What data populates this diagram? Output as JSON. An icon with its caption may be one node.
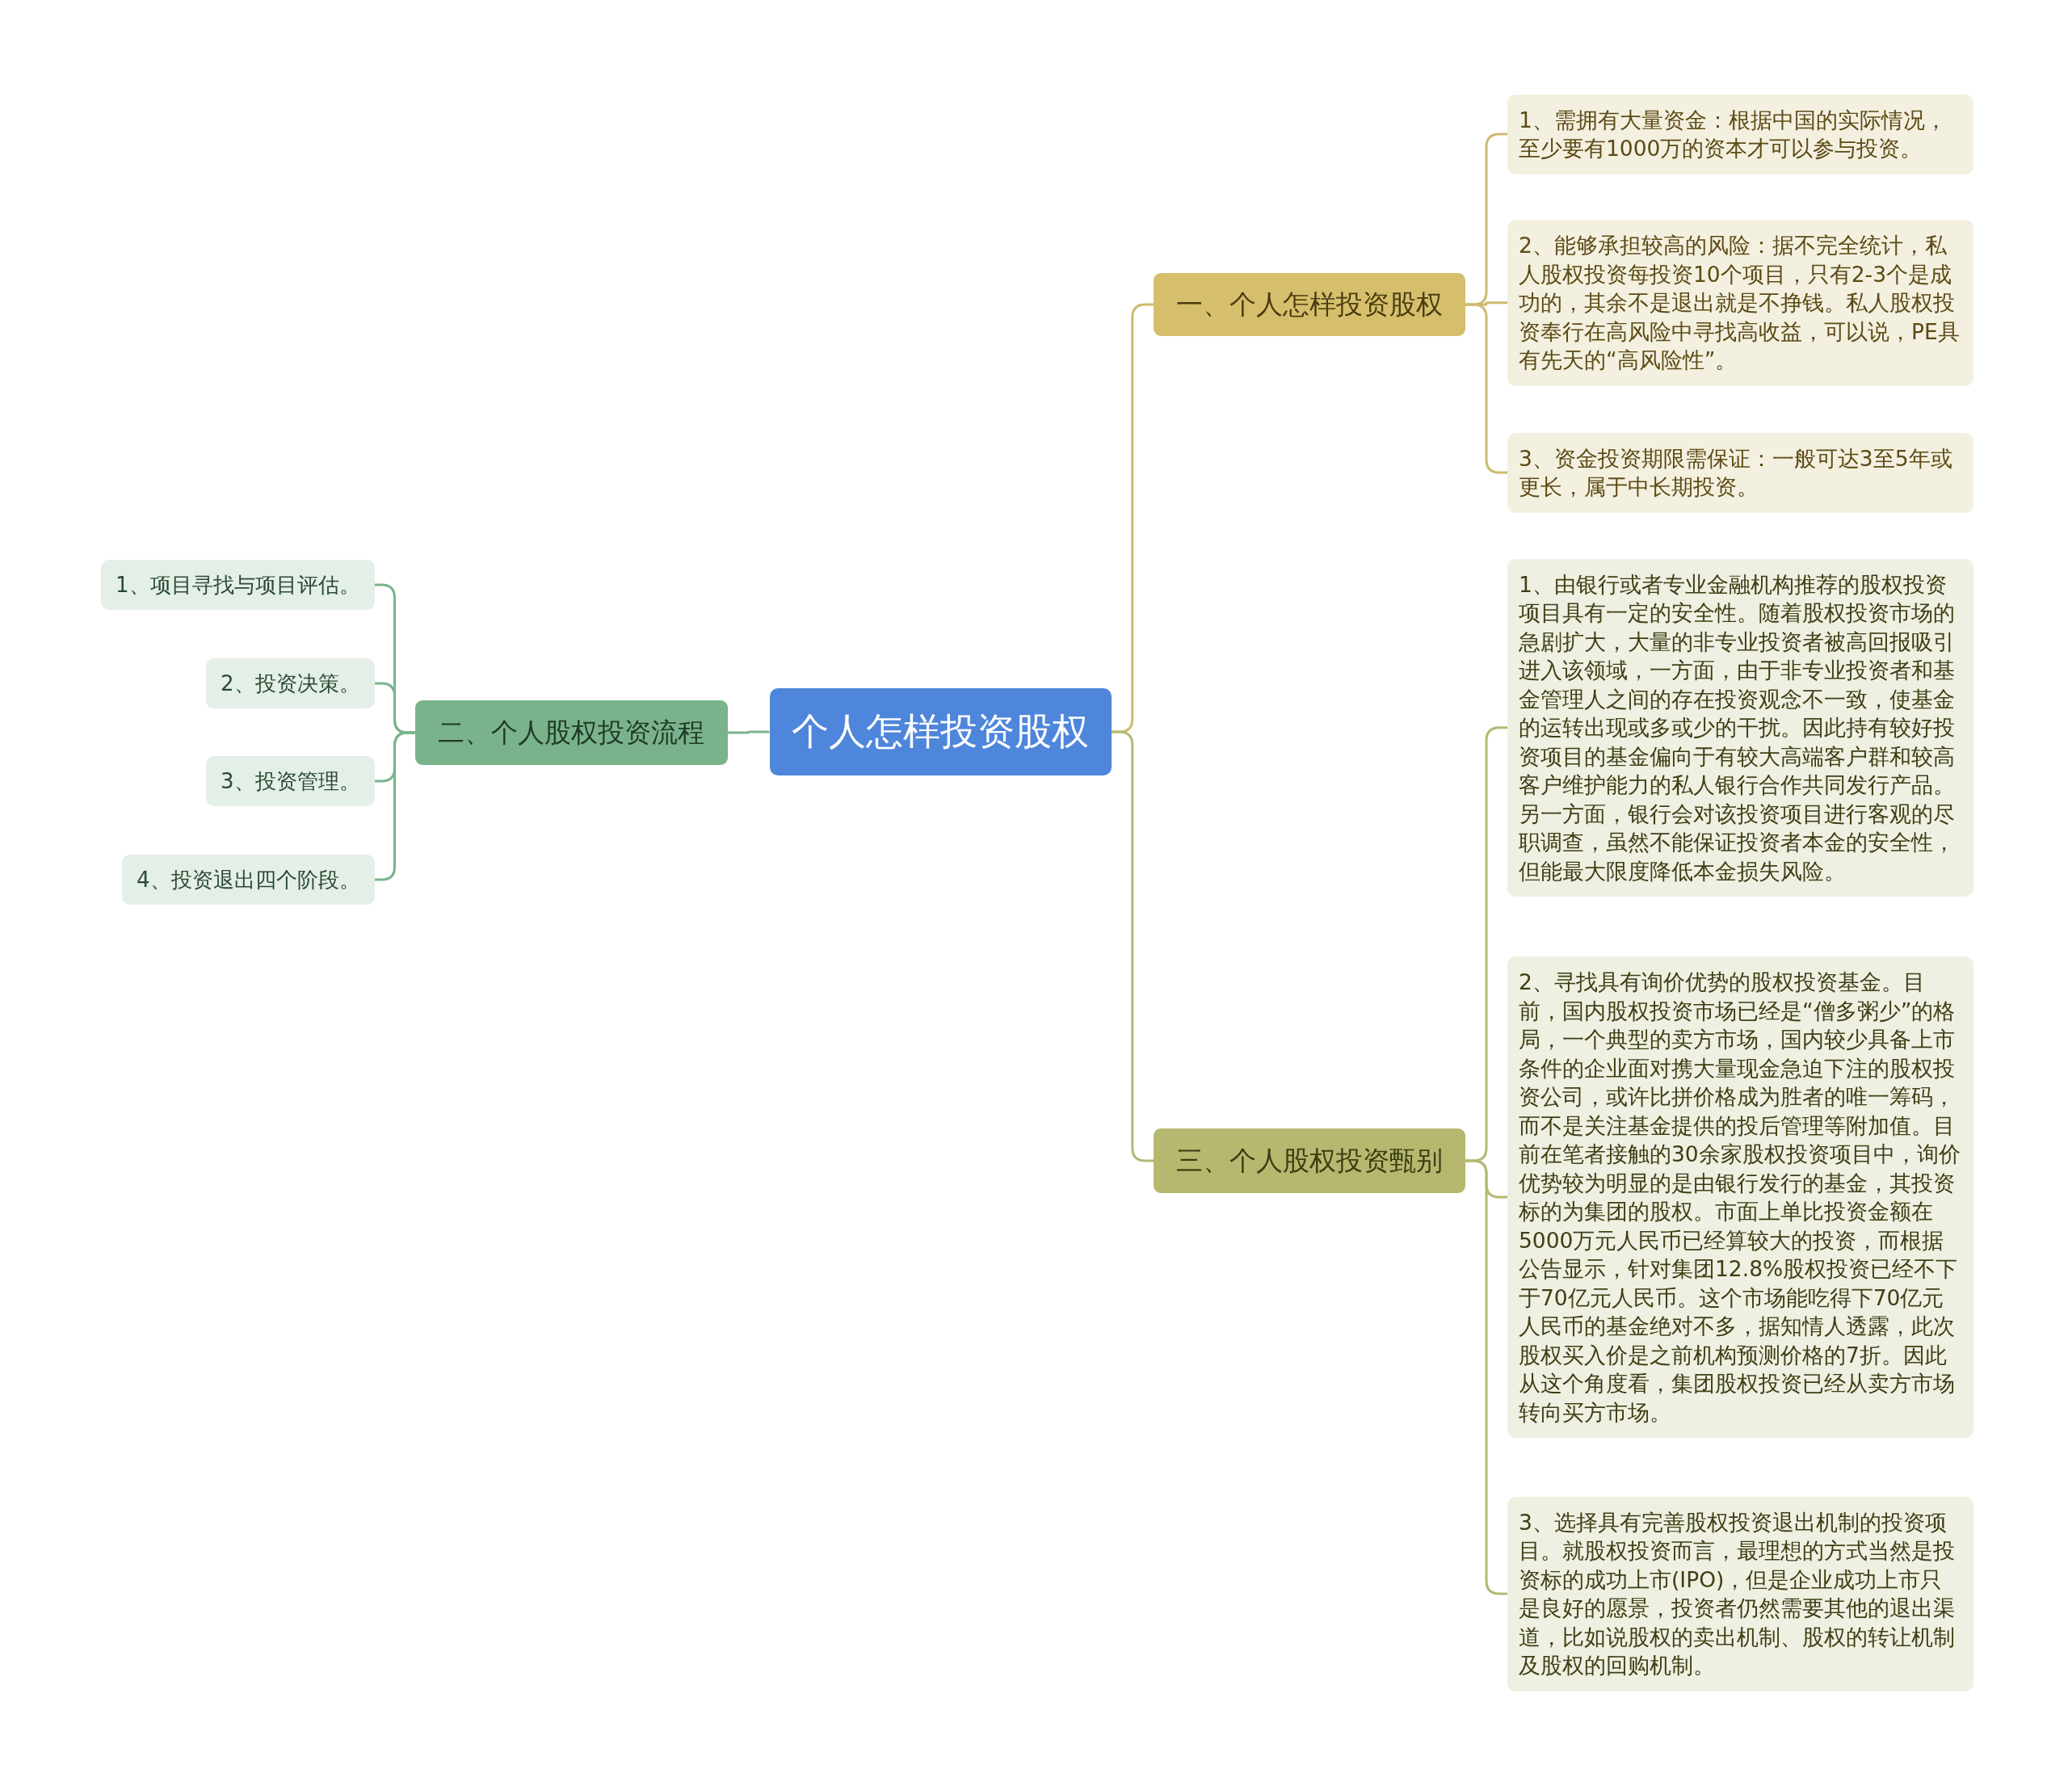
{
  "diagram": {
    "nodes": [
      {
        "text": [
          "个人怎样投资股权"
        ]
      },
      {
        "text": [
          "一、个人怎样投资股权"
        ]
      },
      {
        "text": [
          "1、需拥有大量资金：根据中国的实际情况，至少要有1000万的资本才可以参与投资。"
        ]
      },
      {
        "text": [
          "2、能够承担较高的风险：据不完全统计，私人股权投资每投资10个项目，只有2-3个是成功的，其余不是退出就是不挣钱。私人股权投资奉行在高风险中寻找高收益，可以说，PE具有先天的“高风险性”。"
        ]
      },
      {
        "text": [
          "3、资金投资期限需保证：一般可达3至5年或更长，属于中长期投资。"
        ]
      },
      {
        "text": [
          "二、个人股权投资流程"
        ]
      },
      {
        "text": [
          "1、项目寻找与项目评估。"
        ]
      },
      {
        "text": [
          "2、投资决策。"
        ]
      },
      {
        "text": [
          "3、投资管理。"
        ]
      },
      {
        "text": [
          "4、投资退出四个阶段。"
        ]
      },
      {
        "text": [
          "三、个人股权投资甄别"
        ]
      },
      {
        "text": [
          "1、由银行或者专业金融机构推荐的股权投资项目具有一定的安全性。随着股权投资市场的急剧扩大，大量的非专业投资者被高回报吸引进入该领域，一方面，由于非专业投资者和基金管理人之间的存在投资观念不一致，使基金的运转出现或多或少的干扰。因此持有较好投资项目的基金偏向于有较大高端客户群和较高客户维护能力的私人银行合作共同发行产品。另一方面，银行会对该投资项目进行客观的尽职调查，虽然不能保证投资者本金的安全性，但能最大限度降低本金损失风险。"
        ]
      },
      {
        "text": [
          "2、寻找具有询价优势的股权投资基金。目前，国内股权投资市场已经是“僧多粥少”的格局，一个典型的卖方市场，国内较少具备上市条件的企业面对携大量现金急迫下注的股权投资公司，或许比拼价格成为胜者的唯一筹码，而不是关注基金提供的投后管理等附加值。目前在笔者接触的30余家股权投资项目中，询价优势较为明显的是由银行发行的基金，其投资标的为集团的股权。市面上单比投资金额在5000万元人民币已经算较大的投资，而根据公告显示，针对集团12.8%股权投资已经不下于70亿元人民币。这个市场能吃得下70亿元人民币的基金绝对不多，据知情人透露，此次股权买入价是之前机构预测价格的7折。因此从这个角度看，集团股权投资已经从卖方市场转向买方市场。"
        ]
      },
      {
        "text": [
          "3、选择具有完善股权投资退出机制的投资项目。就股权投资而言，最理想的方式当然是投资标的成功上市(IPO)，但是企业成功上市只是良好的愿景，投资者仍然需要其他的退出渠道，比如说股权的卖出机制、股权的转让机制及股权的回购机制。"
        ]
      }
    ],
    "edges": [
      {
        "from": 0,
        "to": 1,
        "arrow": "none",
        "color": "#cdbb6e"
      },
      {
        "from": 1,
        "to": 2,
        "arrow": "none",
        "color": "#cdbb6e"
      },
      {
        "from": 1,
        "to": 3,
        "arrow": "none",
        "color": "#cdbb6e"
      },
      {
        "from": 1,
        "to": 4,
        "arrow": "none",
        "color": "#cdbb6e"
      },
      {
        "from": 0,
        "to": 5,
        "arrow": "none",
        "color": "#7ab38b"
      },
      {
        "from": 5,
        "to": 6,
        "arrow": "none",
        "color": "#7ab38b"
      },
      {
        "from": 5,
        "to": 7,
        "arrow": "none",
        "color": "#7ab38b"
      },
      {
        "from": 5,
        "to": 8,
        "arrow": "none",
        "color": "#7ab38b"
      },
      {
        "from": 5,
        "to": 9,
        "arrow": "none",
        "color": "#7ab38b"
      },
      {
        "from": 0,
        "to": 10,
        "arrow": "none",
        "color": "#b5b873"
      },
      {
        "from": 10,
        "to": 11,
        "arrow": "none",
        "color": "#b5b873"
      },
      {
        "from": 10,
        "to": 12,
        "arrow": "none",
        "color": "#b5b873"
      },
      {
        "from": 10,
        "to": 13,
        "arrow": "none",
        "color": "#b5b873"
      }
    ]
  }
}
